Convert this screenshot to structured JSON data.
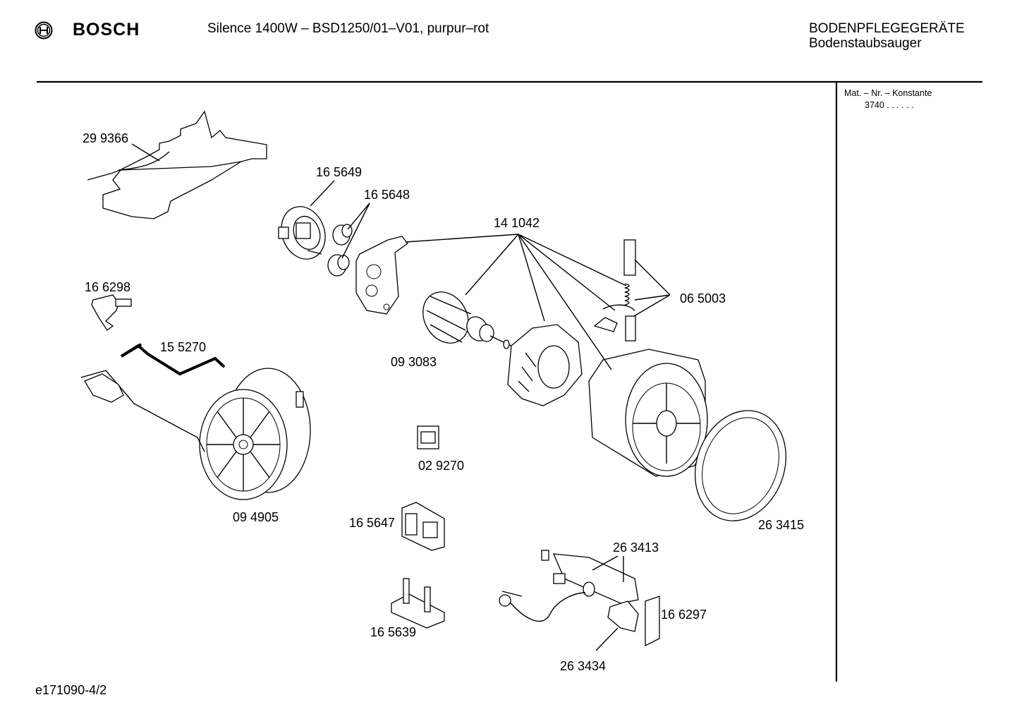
{
  "header": {
    "brand": "BOSCH",
    "model": "Silence 1400W – BSD1250/01–V01, purpur–rot",
    "category": "BODENPFLEGEGERÄTE",
    "subcategory": "Bodenstaubsauger"
  },
  "sidebar": {
    "constant_label": "Mat. – Nr. – Konstante",
    "constant_value": "3740  .  .   .  .  .  ."
  },
  "parts": [
    {
      "id": "p299366",
      "number": "29 9366"
    },
    {
      "id": "p165649",
      "number": "16 5649"
    },
    {
      "id": "p165648",
      "number": "16 5648"
    },
    {
      "id": "p141042",
      "number": "14 1042"
    },
    {
      "id": "p166298",
      "number": "16 6298"
    },
    {
      "id": "p065003",
      "number": "06 5003"
    },
    {
      "id": "p155270",
      "number": "15 5270"
    },
    {
      "id": "p093083",
      "number": "09 3083"
    },
    {
      "id": "p029270",
      "number": "02 9270"
    },
    {
      "id": "p094905",
      "number": "09 4905"
    },
    {
      "id": "p165647",
      "number": "16 5647"
    },
    {
      "id": "p263415",
      "number": "26 3415"
    },
    {
      "id": "p263413",
      "number": "26 3413"
    },
    {
      "id": "p166297",
      "number": "16 6297"
    },
    {
      "id": "p165639",
      "number": "16 5639"
    },
    {
      "id": "p263434",
      "number": "26 3434"
    }
  ],
  "footer": {
    "drawing_id": "e171090-4/2"
  }
}
